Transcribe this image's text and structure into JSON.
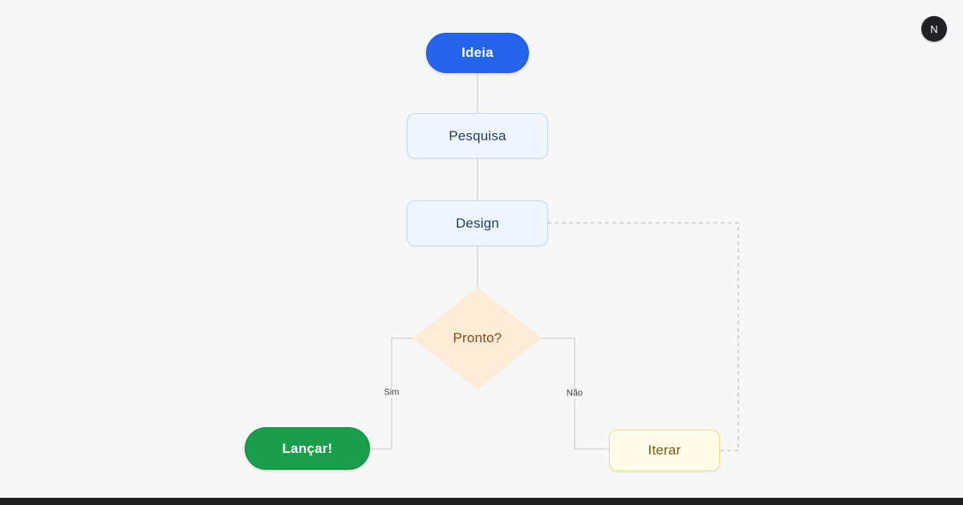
{
  "app": {
    "background_color": "#f7f7f8",
    "avatar": {
      "letter": "N",
      "color": "#1f2124"
    }
  },
  "diagram": {
    "connector_color": "#cfcfcf",
    "dashed_connector_color": "#c3c3c3",
    "nodes": [
      {
        "id": "ideia",
        "label": "Ideia",
        "shape": "pill",
        "fill": "#2563eb",
        "border": "#1d4fd8",
        "text_color": "#ffffff"
      },
      {
        "id": "pesquisa",
        "label": "Pesquisa",
        "shape": "rounded-rect",
        "fill": "#eff6ff",
        "border": "#bfdbfe",
        "text_color": "#1e3a5f"
      },
      {
        "id": "design",
        "label": "Design",
        "shape": "rounded-rect",
        "fill": "#eff6ff",
        "border": "#bfdbfe",
        "text_color": "#1e3a5f"
      },
      {
        "id": "pronto",
        "label": "Pronto?",
        "shape": "diamond",
        "fill": "#fcecd7",
        "border": "",
        "text_color": "#8a4b10"
      },
      {
        "id": "lancar",
        "label": "Lançar!",
        "shape": "pill",
        "fill": "#1a9e4b",
        "border": "#15803d",
        "text_color": "#ffffff"
      },
      {
        "id": "iterar",
        "label": "Iterar",
        "shape": "rounded-rect",
        "fill": "#fefce8",
        "border": "#efdf84",
        "text_color": "#7a5a10"
      }
    ],
    "edges": [
      {
        "from": "ideia",
        "to": "pesquisa",
        "label": "",
        "style": "solid"
      },
      {
        "from": "pesquisa",
        "to": "design",
        "label": "",
        "style": "solid"
      },
      {
        "from": "design",
        "to": "pronto",
        "label": "",
        "style": "solid"
      },
      {
        "from": "pronto",
        "to": "lancar",
        "label": "Sim",
        "style": "solid"
      },
      {
        "from": "pronto",
        "to": "iterar",
        "label": "Não",
        "style": "solid"
      },
      {
        "from": "iterar",
        "to": "design",
        "label": "",
        "style": "dashed"
      }
    ]
  }
}
